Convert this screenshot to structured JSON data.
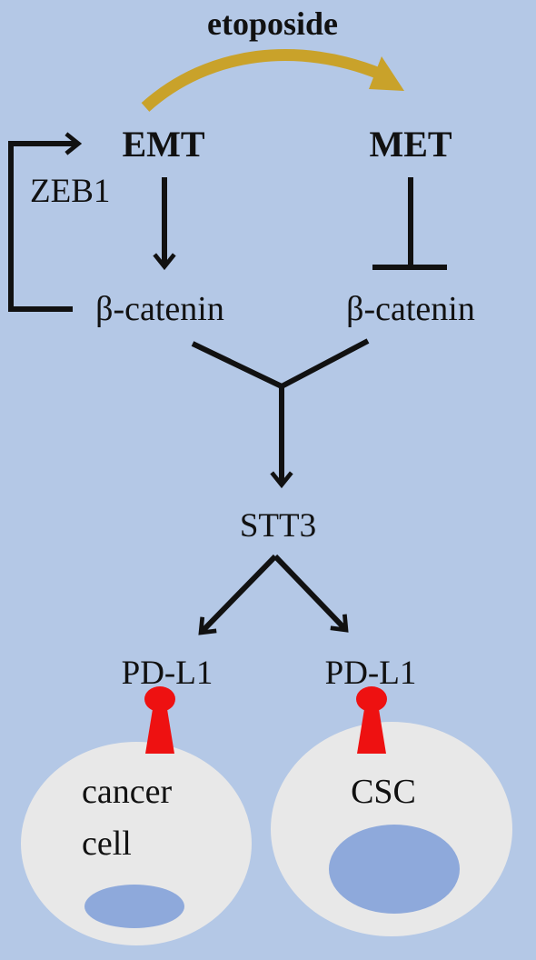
{
  "labels": {
    "drug": "etoposide",
    "emt": "EMT",
    "met": "MET",
    "zeb1": "ZEB1",
    "catenin_left": "β-catenin",
    "catenin_right": "β-catenin",
    "stt3": "STT3",
    "pdl1_left": "PD-L1",
    "pdl1_right": "PD-L1",
    "cell_left_line1": "cancer",
    "cell_left_line2": "cell",
    "cell_right": "CSC"
  },
  "colors": {
    "background": "#b4c8e6",
    "etoposide_arrow": "#c9a22a",
    "receptor": "#ee1111",
    "cell_body": "#e8e8e8",
    "nucleus": "#8ea9db"
  }
}
